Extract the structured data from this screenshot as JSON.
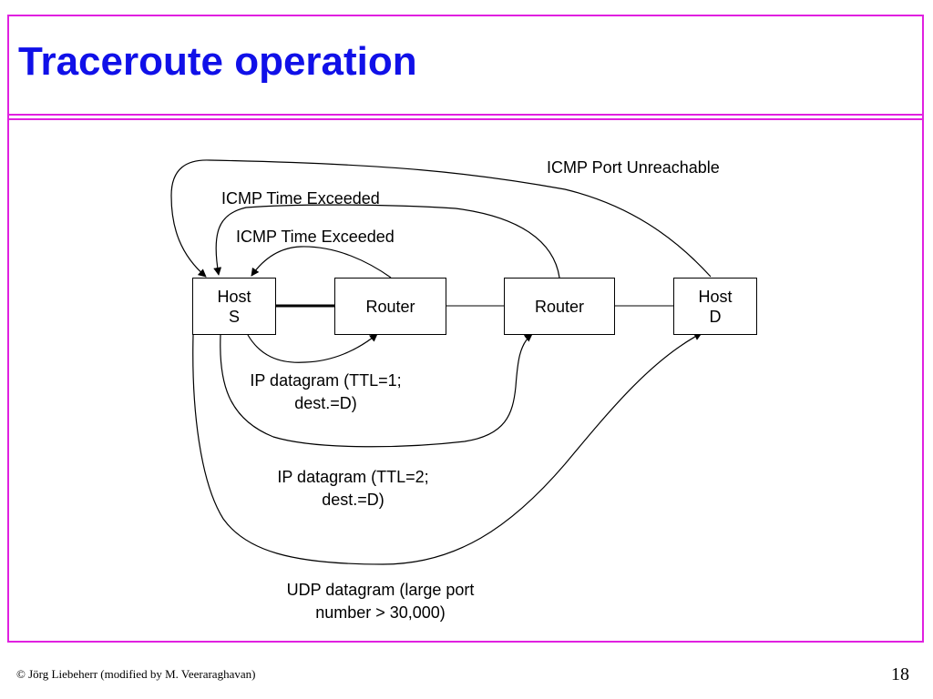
{
  "slide": {
    "title": "Traceroute operation"
  },
  "diagram": {
    "nodes": [
      {
        "id": "host_s",
        "label": "Host\nS"
      },
      {
        "id": "router_1",
        "label": "Router"
      },
      {
        "id": "router_2",
        "label": "Router"
      },
      {
        "id": "host_d",
        "label": "Host\nD"
      }
    ],
    "edges": [
      {
        "from": "host_s",
        "to": "router_1",
        "label": "IP datagram (TTL=1;\ndest.=D)"
      },
      {
        "from": "host_s",
        "to": "router_2",
        "label": "IP datagram (TTL=2;\ndest.=D)"
      },
      {
        "from": "host_s",
        "to": "host_d",
        "label": "UDP datagram (large port\nnumber > 30,000)"
      },
      {
        "from": "router_1",
        "to": "host_s",
        "label": "ICMP Time Exceeded"
      },
      {
        "from": "router_2",
        "to": "host_s",
        "label": "ICMP Time Exceeded"
      },
      {
        "from": "host_d",
        "to": "host_s",
        "label": "ICMP Port Unreachable"
      }
    ]
  },
  "footer": {
    "copyright": "© Jörg Liebeherr (modified by M. Veeraraghavan)",
    "page_number": "18"
  }
}
